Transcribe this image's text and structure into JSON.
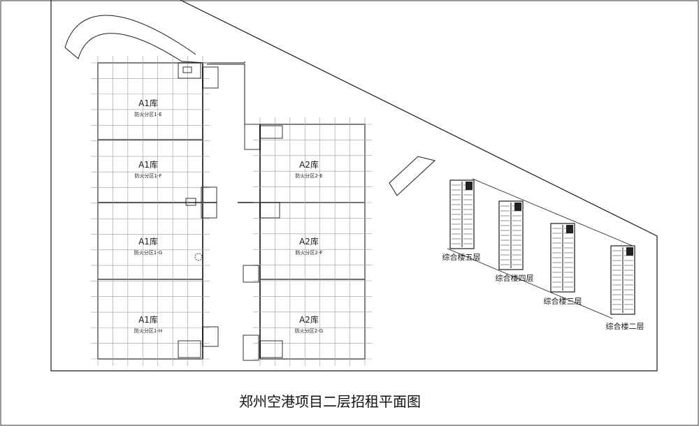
{
  "title": "郑州空港项目二层招租平面图",
  "warehouses": [
    {
      "name": "A1库",
      "zone": "防火分区1-E"
    },
    {
      "name": "A1库",
      "zone": "防火分区1-F"
    },
    {
      "name": "A1库",
      "zone": "防火分区1-G"
    },
    {
      "name": "A1库",
      "zone": "防火分区1-H"
    },
    {
      "name": "A2库",
      "zone": "防火分区2-E"
    },
    {
      "name": "A2库",
      "zone": "防火分区2-F"
    },
    {
      "name": "A2库",
      "zone": "防火分区2-G"
    }
  ],
  "office_floors": [
    {
      "label": "综合楼五层"
    },
    {
      "label": "综合楼四层"
    },
    {
      "label": "综合楼三层"
    },
    {
      "label": "综合楼二层"
    }
  ],
  "colors": {
    "line": "#1a1a1a",
    "grid": "#9a9a9a",
    "background": "#ffffff"
  }
}
